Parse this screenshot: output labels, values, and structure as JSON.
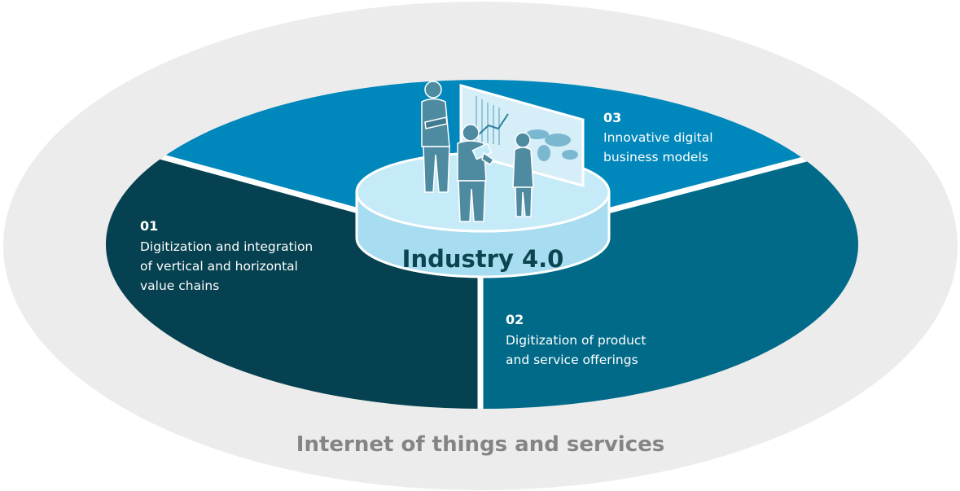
{
  "diagram": {
    "center_label": "Industry 4.0",
    "outer_label": "Internet of things and services",
    "segments": [
      {
        "number": "01",
        "lines": [
          "Digitization and integration",
          "of vertical and horizontal",
          "value chains"
        ],
        "color": "#054150"
      },
      {
        "number": "02",
        "lines": [
          "Digitization of product",
          "and service offerings"
        ],
        "color": "#006a88"
      },
      {
        "number": "03",
        "lines": [
          "Innovative digital",
          "business models"
        ],
        "color": "#0087bb"
      }
    ],
    "colors": {
      "outer_ring": "#ececec",
      "platform_side": "#a8dcf0",
      "platform_top": "#c6ebf8",
      "figures": "#4e8aa0"
    },
    "illustration": {
      "icons": [
        "standing-man-icon",
        "worker-with-tablet-icon",
        "woman-icon",
        "dashboard-screen-icon"
      ]
    }
  }
}
